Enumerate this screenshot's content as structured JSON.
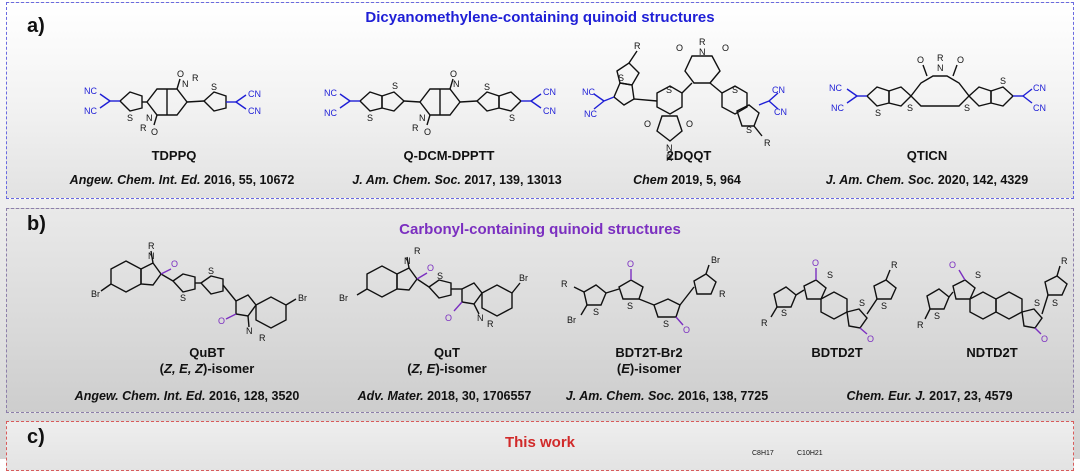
{
  "panels": {
    "a": {
      "letter": "a)",
      "title": "Dicyanomethylene-containing quinoid structures",
      "title_color": "#1f1fd6",
      "compounds": [
        {
          "name": "TDPPQ",
          "ref_journal": "Angew. Chem. Int. Ed.",
          "ref_rest": " 2016, 55, 10672"
        },
        {
          "name": "Q-DCM-DPPTT",
          "ref_journal": "J. Am. Chem. Soc.",
          "ref_rest": " 2017, 139, 13013"
        },
        {
          "name": "2DQQT",
          "ref_journal": "Chem",
          "ref_rest": " 2019, 5, 964"
        },
        {
          "name": "QTICN",
          "ref_journal": "J. Am. Chem. Soc.",
          "ref_rest": " 2020, 142, 4329"
        }
      ]
    },
    "b": {
      "letter": "b)",
      "title": "Carbonyl-containing quinoid structures",
      "title_color": "#7b2fc0",
      "compounds": [
        {
          "name": "QuBT",
          "isomer_pre": "(",
          "isomer_letters": "Z, E, Z",
          "isomer_post": ")-isomer"
        },
        {
          "name": "QuT",
          "isomer_pre": "(",
          "isomer_letters": "Z, E",
          "isomer_post": ")-isomer"
        },
        {
          "name": "BDT2T-Br2",
          "isomer_pre": "(",
          "isomer_letters": "E",
          "isomer_post": ")-isomer"
        },
        {
          "name": "BDTD2T"
        },
        {
          "name": "NDTD2T"
        }
      ],
      "refs": [
        {
          "ref_journal": "Angew. Chem. Int. Ed.",
          "ref_rest": " 2016, 128, 3520"
        },
        {
          "ref_journal": "Adv. Mater.",
          "ref_rest": " 2018, 30, 1706557"
        },
        {
          "ref_journal": "J. Am. Chem. Soc.",
          "ref_rest": " 2016, 138, 7725"
        },
        {
          "ref_journal": "Chem. Eur. J.",
          "ref_rest": " 2017, 23, 4579"
        }
      ]
    },
    "c": {
      "letter": "c)",
      "title": "This work",
      "title_color": "#d12a2a"
    }
  },
  "atoms": {
    "nc": "NC",
    "cn": "CN",
    "n": "N",
    "s": "S",
    "o": "O",
    "r": "R",
    "br": "Br",
    "alkyl_1": "C8H17",
    "alkyl_2": "C10H21"
  },
  "colors": {
    "bond": "#111111",
    "cyano": "#1f1fd6",
    "carbonyl": "#7b2fc0"
  }
}
